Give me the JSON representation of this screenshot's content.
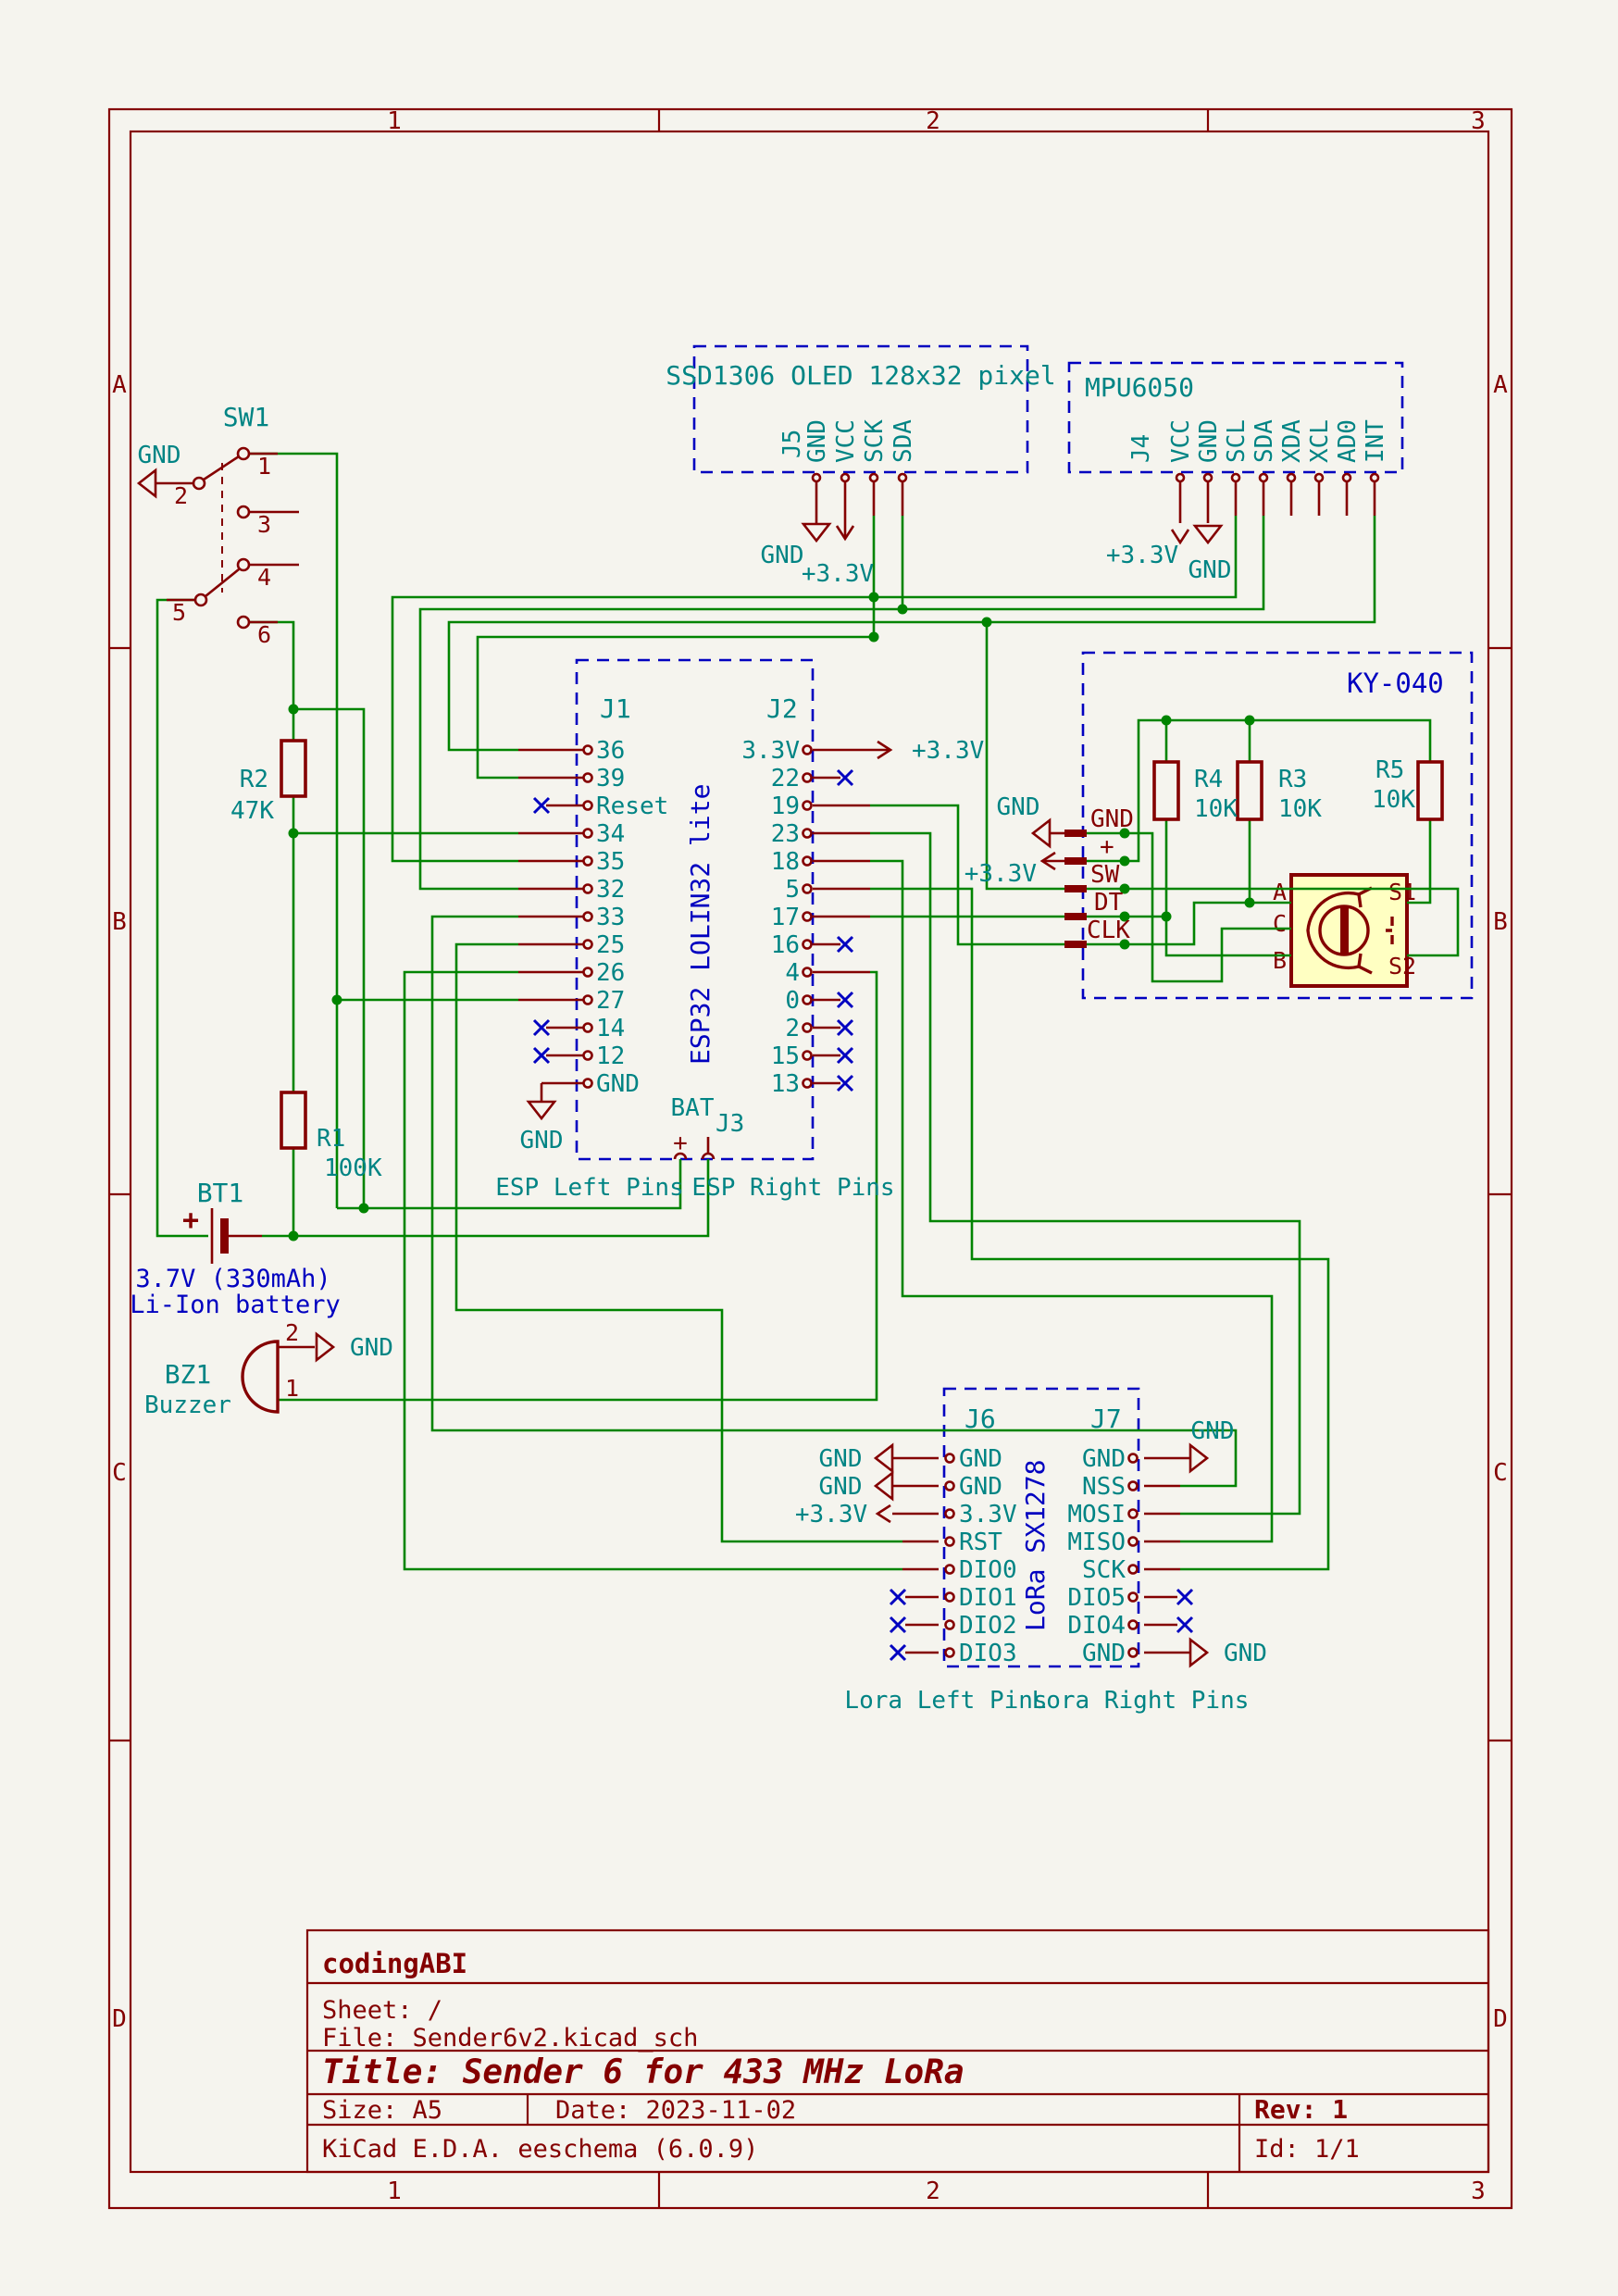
{
  "power": {
    "gnd": "GND",
    "v33": "+3.3V"
  },
  "frame": {
    "zones_h": [
      "1",
      "2",
      "3"
    ],
    "zones_v": [
      "A",
      "B",
      "C",
      "D"
    ]
  },
  "title_block": {
    "company": "codingABI",
    "sheet_line": "Sheet: /",
    "file_line": "File: Sender6v2.kicad_sch",
    "title_line": "Title: Sender 6 for 433 MHz LoRa",
    "size_line": "Size: A5",
    "date_line": "Date: 2023-11-02",
    "rev_line": "Rev: 1",
    "tool_line": "KiCad E.D.A.  eeschema (6.0.9)",
    "id_line": "Id: 1/1"
  },
  "oled": {
    "title": "SSD1306 OLED 128x32 pixel",
    "ref": "J5",
    "pins": [
      "GND",
      "VCC",
      "SCK",
      "SDA"
    ]
  },
  "mpu": {
    "title": "MPU6050",
    "ref": "J4",
    "pins": [
      "VCC",
      "GND",
      "SCL",
      "SDA",
      "XDA",
      "XCL",
      "AD0",
      "INT"
    ]
  },
  "esp": {
    "note": "ESP32 LOLIN32 lite",
    "ref_left": "J1",
    "ref_right": "J2",
    "left_pins": [
      "36",
      "39",
      "Reset",
      "34",
      "35",
      "32",
      "33",
      "25",
      "26",
      "27",
      "14",
      "12",
      "GND"
    ],
    "right_pins": [
      "3.3V",
      "22",
      "19",
      "23",
      "18",
      "5",
      "17",
      "16",
      "4",
      "0",
      "2",
      "15",
      "13"
    ],
    "bat": "BAT",
    "bat_ref": "J3",
    "plus": "+",
    "caption_left": "ESP Left Pins",
    "caption_right": "ESP Right Pins"
  },
  "ky": {
    "title": "KY-040",
    "pins": [
      "GND",
      "+",
      "SW",
      "DT",
      "CLK"
    ],
    "r4": {
      "ref": "R4",
      "val": "10K"
    },
    "r3": {
      "ref": "R3",
      "val": "10K"
    },
    "r5": {
      "ref": "R5",
      "val": "10K"
    },
    "enc_left": [
      "A",
      "C",
      "B"
    ],
    "enc_right": [
      "S1",
      "S2"
    ]
  },
  "lora": {
    "note": "LoRa SX1278",
    "ref_left": "J6",
    "ref_right": "J7",
    "left_pins": [
      "GND",
      "GND",
      "3.3V",
      "RST",
      "DIO0",
      "DIO1",
      "DIO2",
      "DIO3"
    ],
    "right_pins": [
      "GND",
      "NSS",
      "MOSI",
      "MISO",
      "SCK",
      "DIO5",
      "DIO4",
      "GND"
    ],
    "caption_left": "Lora Left Pins",
    "caption_right": "Lora Right Pins"
  },
  "sw1": {
    "ref": "SW1",
    "p1": "1",
    "p2": "2",
    "p3": "3",
    "p4": "4",
    "p5": "5",
    "p6": "6"
  },
  "r2": {
    "ref": "R2",
    "val": "47K"
  },
  "r1": {
    "ref": "R1",
    "val": "100K"
  },
  "bt1": {
    "ref": "BT1",
    "plus": "+",
    "note1": "3.7V (330mAh)",
    "note2": "Li-Ion battery"
  },
  "bz1": {
    "ref": "BZ1",
    "val": "Buzzer",
    "p1": "1",
    "p2": "2"
  }
}
